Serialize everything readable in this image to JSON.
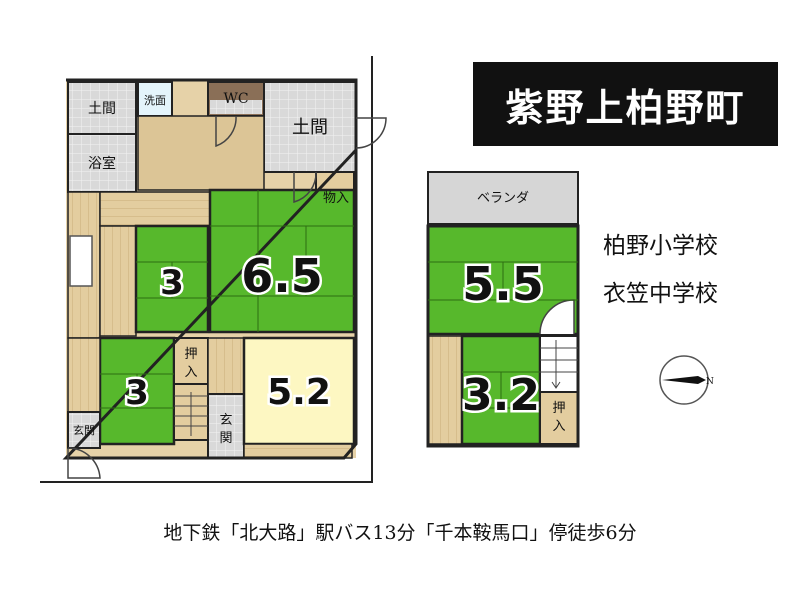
{
  "title": "紫野上柏野町",
  "schools": [
    "柏野小学校",
    "衣笠中学校"
  ],
  "access": "地下鉄「北大路」駅バス13分「千本鞍馬口」停徒歩6分",
  "compass": {
    "label": "N"
  },
  "colors": {
    "tatami": "#55b82a",
    "wood": "#dfc89a",
    "tile": "#d6d6d6",
    "wall": "#222222",
    "title_bg": "#111111",
    "room52": "#fdf7c2"
  },
  "floor1": {
    "rooms": {
      "doma_left": "土間",
      "senmen": "洗面",
      "wc": "WC",
      "doma_right": "土間",
      "yokushitsu": "浴室",
      "monoire": "物入",
      "tatami3_upper": "3",
      "tatami65": "6.5",
      "tatami3_lower": "3",
      "oshiire": "押入",
      "room52": "5.2",
      "genkan_left": "玄関",
      "genkan_mid": "玄関"
    }
  },
  "floor2": {
    "rooms": {
      "veranda": "ベランダ",
      "tatami55": "5.5",
      "tatami32": "3.2",
      "oshiire": "押入"
    }
  }
}
